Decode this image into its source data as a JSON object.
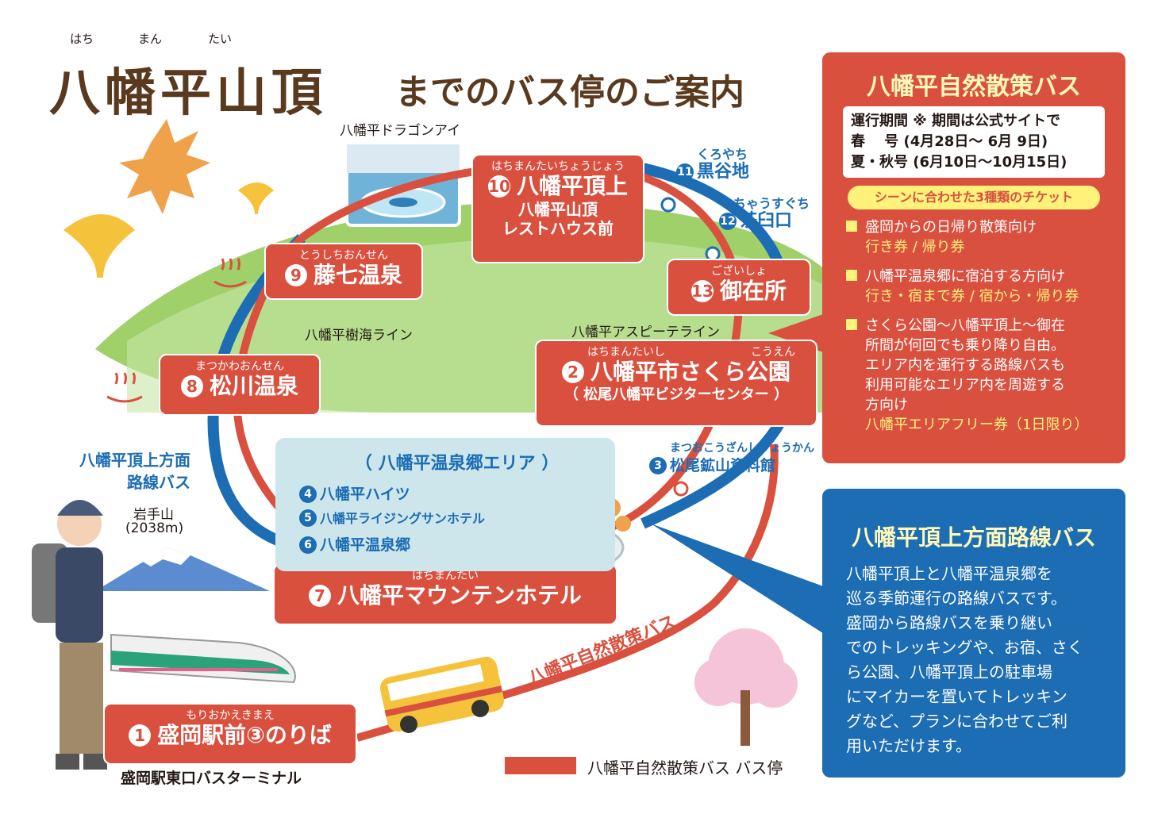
{
  "title": {
    "main": "八幡平山頂",
    "sub": "までのバス停のご案内",
    "ruby": [
      "はち",
      "まん",
      "たい"
    ]
  },
  "map_labels": {
    "dragon_eye": "八幡平ドラゴンアイ",
    "jukai_line": "八幡平樹海ライン",
    "aspite_line": "八幡平アスピーテライン",
    "route_bus": [
      "八幡平頂上方面",
      "路線バス"
    ],
    "iwate_san": "岩手山",
    "iwate_alt": "(2038m)",
    "terminal": "盛岡駅東口バスターミナル",
    "curve_label": "八幡平自然散策バス"
  },
  "stops": {
    "s1": {
      "num": "1",
      "furi": "もりおかえきまえ",
      "name": "盛岡駅前③のりば"
    },
    "s2": {
      "num": "2",
      "furi_a": "はちまんたいし",
      "furi_b": "こうえん",
      "name": "八幡平市さくら公園",
      "sub": "（ 松尾八幡平ビジターセンター ）"
    },
    "s3": {
      "num": "3",
      "furi": "まつおこうざんしりょうかん",
      "name": "松尾鉱山資料館"
    },
    "s7": {
      "num": "7",
      "furi": "はちまんたい",
      "name": "八幡平マウンテンホテル"
    },
    "s8": {
      "num": "8",
      "furi": "まつかわおんせん",
      "name": "松川温泉"
    },
    "s9": {
      "num": "9",
      "furi": "とうしちおんせん",
      "name": "藤七温泉"
    },
    "s10": {
      "num": "10",
      "furi": "はちまんたいちょうじょう",
      "name": "八幡平頂上",
      "sub1": "八幡平山頂",
      "sub2": "レストハウス前"
    },
    "s11": {
      "num": "11",
      "furi": "くろやち",
      "name": "黒谷地"
    },
    "s12": {
      "num": "12",
      "furi": "ちゃうすぐち",
      "name": "茶臼口"
    },
    "s13": {
      "num": "13",
      "furi": "ございしょ",
      "name": "御在所"
    }
  },
  "onsen_area": {
    "title": "（ 八幡平温泉郷エリア ）",
    "items": [
      {
        "num": "4",
        "name": "八幡平ハイツ"
      },
      {
        "num": "5",
        "name": "八幡平ライジングサンホテル"
      },
      {
        "num": "6",
        "name": "八幡平温泉郷"
      }
    ]
  },
  "shizen_panel": {
    "title": "八幡平自然散策バス",
    "period": [
      "運行期間 ※ 期間は公式サイトで",
      "春　 号 (4月28日～ 6月 9日)",
      "夏・秋号 (6月10日～10月15日)"
    ],
    "ticket_head": "シーンに合わせた3種類のチケット",
    "tickets": [
      {
        "desc": [
          "盛岡からの日帰り散策向け"
        ],
        "name": "行き券 / 帰り券"
      },
      {
        "desc": [
          "八幡平温泉郷に宿泊する方向け"
        ],
        "name": "行き・宿まで券 / 宿から・帰り券"
      },
      {
        "desc": [
          "さくら公園～八幡平頂上～御在",
          "所間が何回でも乗り降り自由。",
          "エリア内を運行する路線バスも",
          "利用可能なエリア内を周遊する",
          "方向け"
        ],
        "name": "八幡平エリアフリー券（1日限り）"
      }
    ]
  },
  "route_panel": {
    "title": "八幡平頂上方面路線バス",
    "body": [
      "八幡平頂上と八幡平温泉郷を",
      "巡る季節運行の路線バスです。",
      "盛岡から路線バスを乗り継い",
      "でのトレッキングや、お宿、さく",
      "ら公園、八幡平頂上の駐車場",
      "にマイカーを置いてトレッキン",
      "グなど、プランに合わせてご利",
      "用いただけます。"
    ]
  },
  "legend": {
    "label": "八幡平自然散策バス バス停"
  },
  "colors": {
    "red": "#d9503f",
    "blue": "#1c6db3",
    "green": "#8cc63f",
    "yellow": "#fff27a",
    "brown": "#5a3a1e"
  }
}
